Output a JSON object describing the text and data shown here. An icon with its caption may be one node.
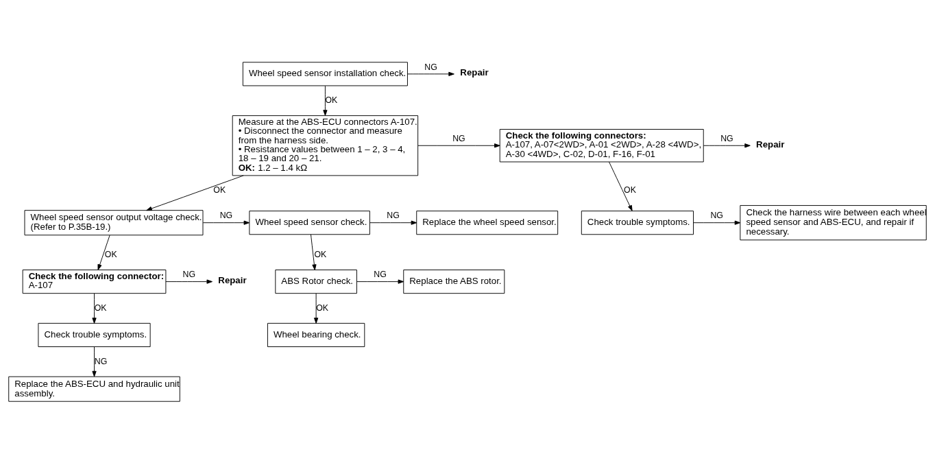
{
  "diagram": {
    "nodes": [
      {
        "text": [
          "Wheel speed sensor installation check."
        ]
      },
      {
        "text": [
          "Repair"
        ]
      },
      {
        "text": [
          "Measure at the ABS-ECU connectors A-107.",
          "• Disconnect the connector and measure from the harness side.",
          "• Resistance values between 1 – 2, 3 – 4, 18 – 19 and 20 – 21.",
          "**OK:** 1.2 – 1.4 kΩ"
        ]
      },
      {
        "text": [
          "Check the following connectors:",
          "A-107, A-07<2WD>, A-01 <2WD>, A-28 <4WD>, A-30 <4WD>, C-02, D-01, F-16, F-01"
        ]
      },
      {
        "text": [
          "Repair"
        ]
      },
      {
        "text": [
          "Check trouble symptoms."
        ]
      },
      {
        "text": [
          "Check the harness wire between each wheel speed sensor and ABS-ECU, and repair if necessary."
        ]
      },
      {
        "text": [
          "Wheel speed sensor output voltage check. (Refer to P.35B-19.)"
        ]
      },
      {
        "text": [
          "Wheel speed sensor check."
        ]
      },
      {
        "text": [
          "Replace the wheel speed sensor."
        ]
      },
      {
        "text": [
          "ABS Rotor check."
        ]
      },
      {
        "text": [
          "Replace the ABS rotor."
        ]
      },
      {
        "text": [
          "Wheel bearing check."
        ]
      },
      {
        "text": [
          "Check the following connector:",
          "A-107"
        ]
      },
      {
        "text": [
          "Repair"
        ]
      },
      {
        "text": [
          "Check trouble symptoms."
        ]
      },
      {
        "text": [
          "Replace the ABS-ECU and hydraulic unit assembly."
        ]
      }
    ],
    "edges": [
      {
        "from": 0,
        "to": 1,
        "arrow": "to",
        "label": "NG"
      },
      {
        "from": 0,
        "to": 2,
        "arrow": "to",
        "label": "OK"
      },
      {
        "from": 2,
        "to": 3,
        "arrow": "to",
        "label": "NG"
      },
      {
        "from": 3,
        "to": 4,
        "arrow": "to",
        "label": "NG"
      },
      {
        "from": 3,
        "to": 5,
        "arrow": "to",
        "label": "OK"
      },
      {
        "from": 5,
        "to": 6,
        "arrow": "to",
        "label": "NG"
      },
      {
        "from": 2,
        "to": 7,
        "arrow": "to",
        "label": "OK"
      },
      {
        "from": 7,
        "to": 8,
        "arrow": "to",
        "label": "NG"
      },
      {
        "from": 8,
        "to": 9,
        "arrow": "to",
        "label": "NG"
      },
      {
        "from": 8,
        "to": 10,
        "arrow": "to",
        "label": "OK"
      },
      {
        "from": 10,
        "to": 11,
        "arrow": "to",
        "label": "NG"
      },
      {
        "from": 10,
        "to": 12,
        "arrow": "to",
        "label": "OK"
      },
      {
        "from": 7,
        "to": 13,
        "arrow": "to",
        "label": "OK"
      },
      {
        "from": 13,
        "to": 14,
        "arrow": "to",
        "label": "NG"
      },
      {
        "from": 13,
        "to": 15,
        "arrow": "to",
        "label": "OK"
      },
      {
        "from": 15,
        "to": 16,
        "arrow": "to",
        "label": "NG"
      }
    ]
  }
}
